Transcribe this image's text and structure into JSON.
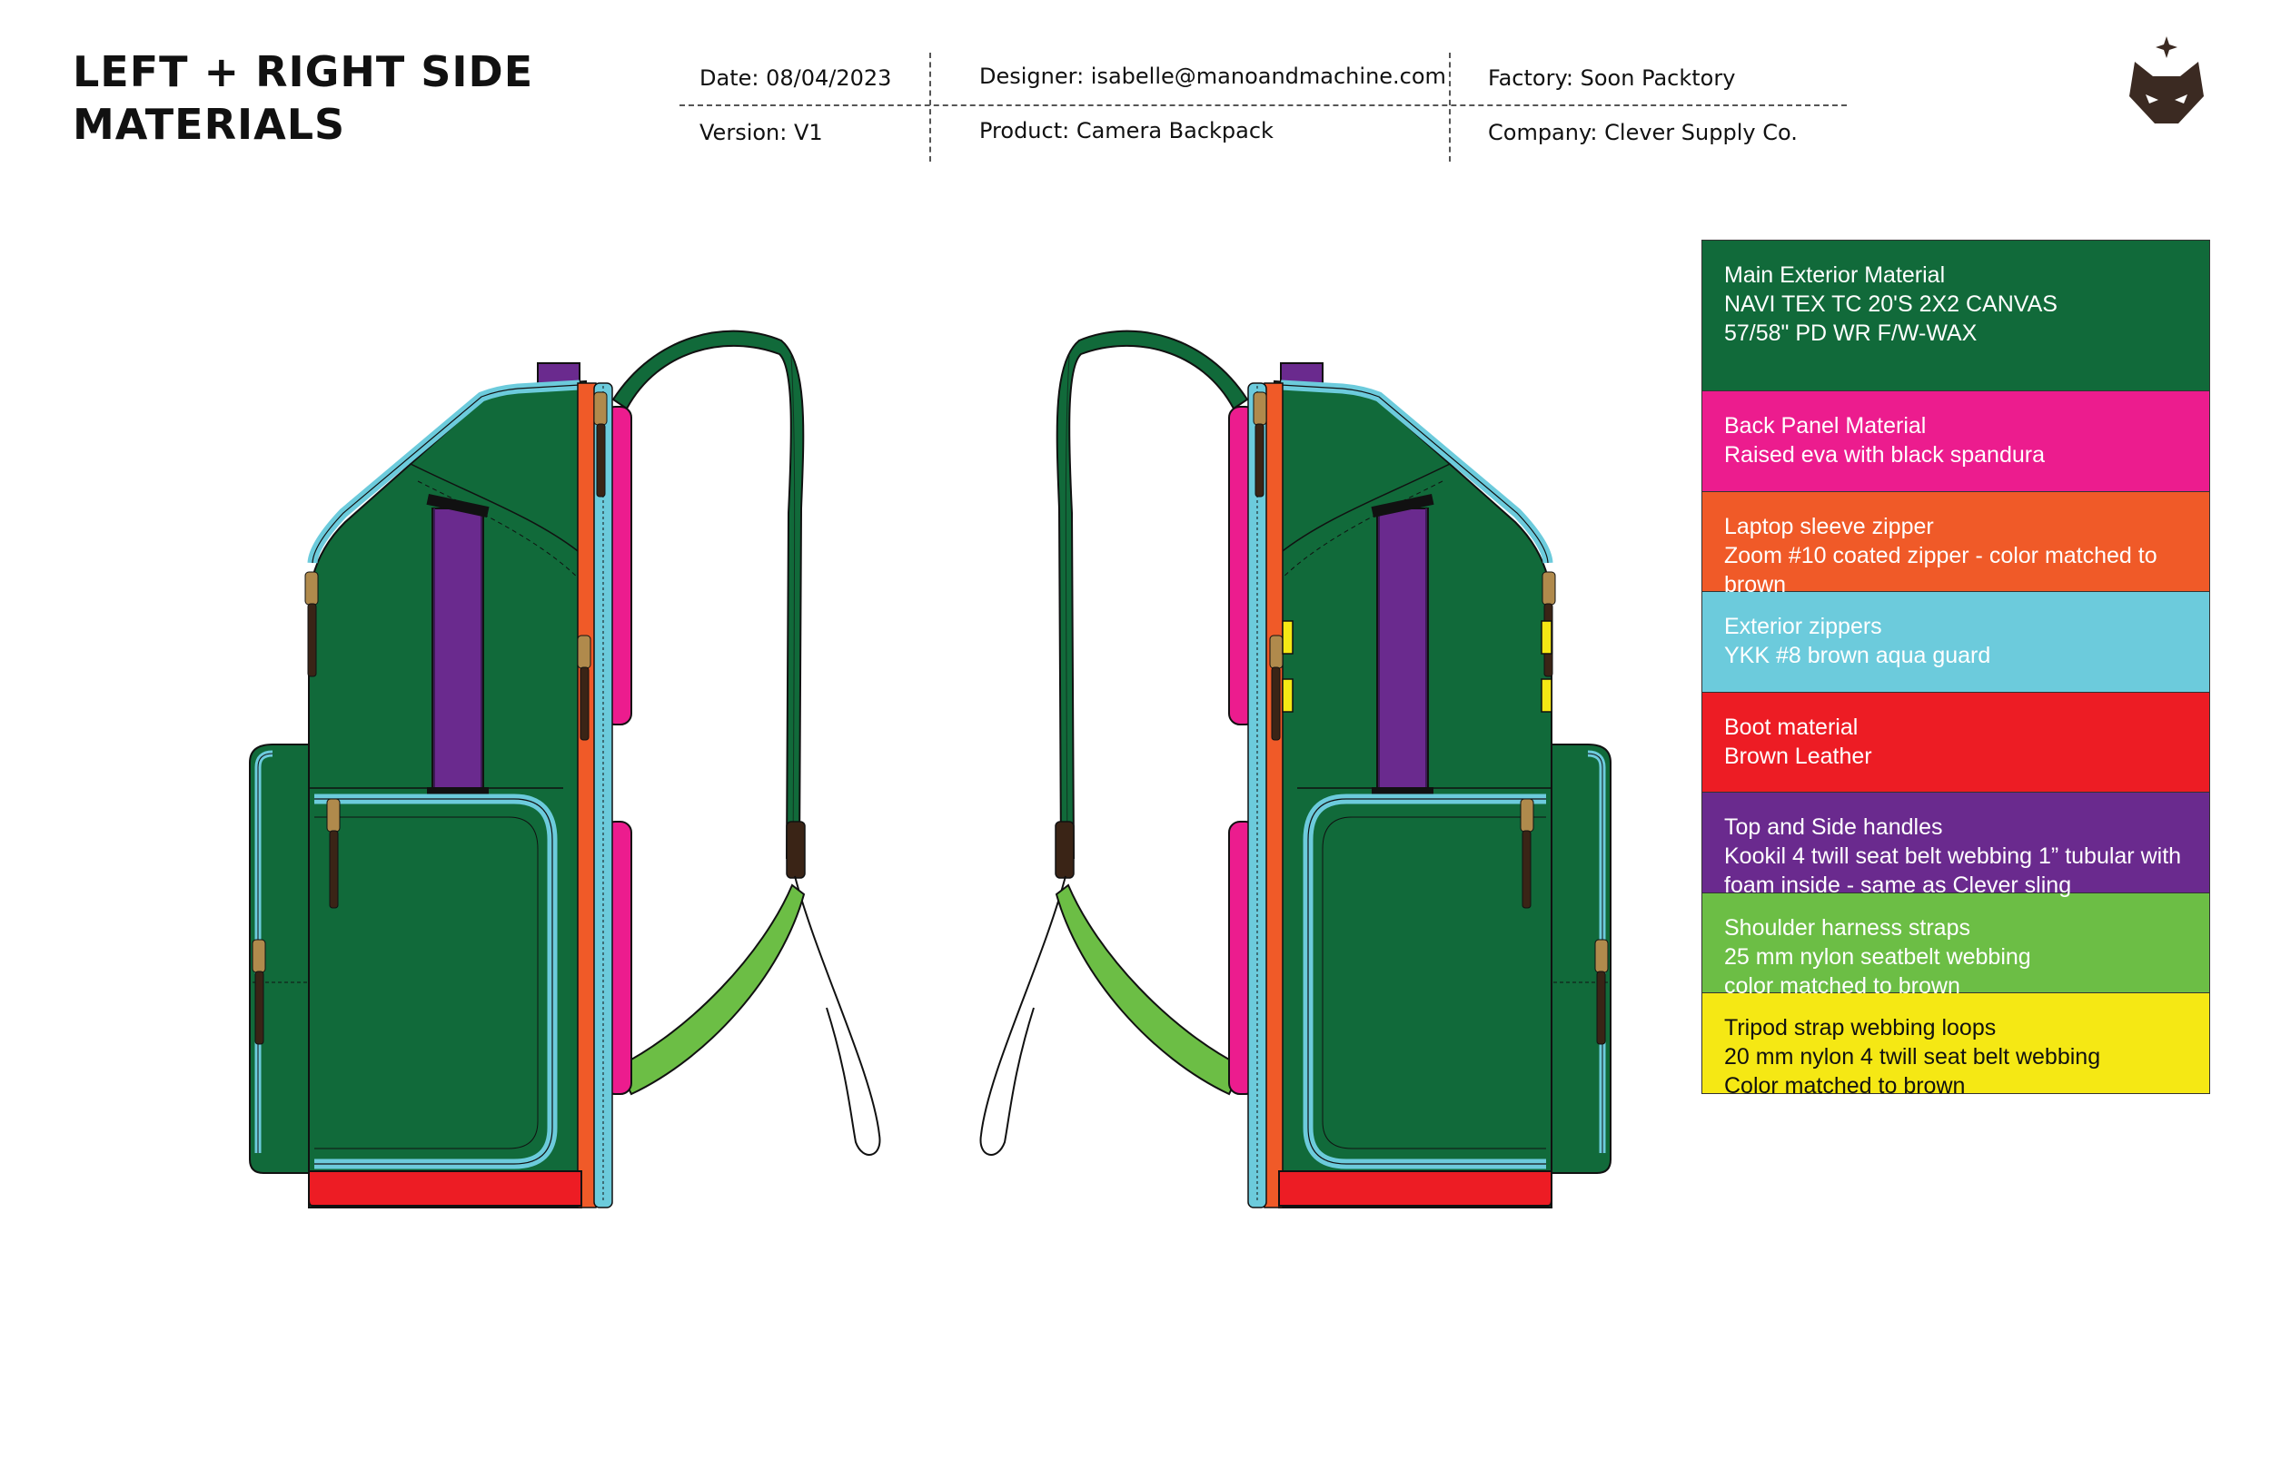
{
  "title": {
    "line1": "LEFT + RIGHT SIDE",
    "line2": "MATERIALS"
  },
  "header": {
    "date": "Date: 08/04/2023",
    "version": "Version: V1",
    "designer": "Designer: isabelle@manoandmachine.com",
    "product": "Product: Camera Backpack",
    "factory": "Factory: Soon Packtory",
    "company": "Company: Clever Supply Co."
  },
  "logo_icon": "fox-head-icon",
  "colors": {
    "canvas": "#116a3a",
    "back_panel": "#ec1c8e",
    "laptop_zipper": "#f05a28",
    "exterior_zipper": "#6ccbdc",
    "boot": "#ed1c24",
    "handles": "#6a2a8e",
    "shoulder_straps": "#6cbe45",
    "tripod_loops": "#f5e814",
    "puller": "#3a2416"
  },
  "legend": [
    {
      "lines": [
        "Main Exterior Material",
        "NAVI TEX  TC 20'S 2X2 CANVAS",
        "57/58\" PD WR F/W-WAX"
      ],
      "color": "#116a3a"
    },
    {
      "lines": [
        "Back Panel Material",
        "Raised eva with black spandura"
      ],
      "color": "#ec1c8e"
    },
    {
      "lines": [
        "Laptop sleeve zipper",
        "Zoom #10 coated zipper - color matched to",
        "brown"
      ],
      "color": "#f05a28"
    },
    {
      "lines": [
        "Exterior zippers",
        "YKK #8 brown aqua guard"
      ],
      "color": "#6ccbdc"
    },
    {
      "lines": [
        "Boot material",
        "Brown Leather"
      ],
      "color": "#ed1c24"
    },
    {
      "lines": [
        "Top and Side handles",
        "Kookil 4 twill seat belt webbing 1” tubular with",
        "foam inside - same as Clever sling"
      ],
      "color": "#6a2a8e"
    },
    {
      "lines": [
        "Shoulder harness straps",
        "25 mm nylon seatbelt webbing",
        "color matched to brown"
      ],
      "color": "#6cbe45"
    },
    {
      "lines": [
        "Tripod strap webbing loops",
        "20 mm nylon 4 twill seat belt webbing",
        "Color matched to brown"
      ],
      "color": "#f5e814"
    }
  ]
}
